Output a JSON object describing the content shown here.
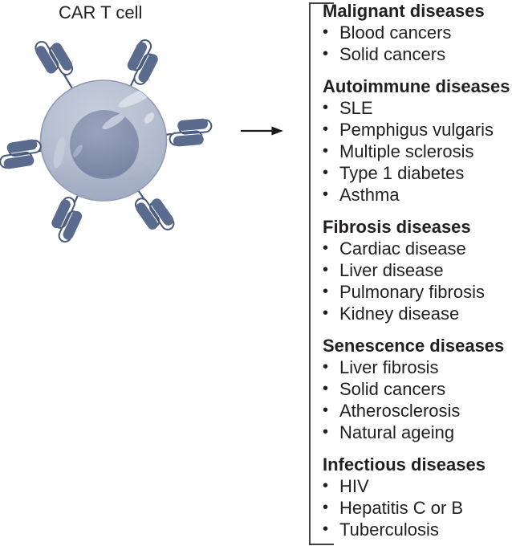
{
  "figure": {
    "title": "CAR T cell",
    "colors": {
      "capsule": "#5a6b8d",
      "wire": "#47587c",
      "cell_body": "#b9c1d2",
      "cell_edge": "#8f9ab3",
      "nucleus": "#8b97b1",
      "highlight": "#d8dde8",
      "text": "#231f20",
      "line_art": "#262626"
    },
    "sections": [
      {
        "heading": "Malignant diseases",
        "items": [
          "Blood cancers",
          "Solid cancers"
        ]
      },
      {
        "heading": "Autoimmune diseases",
        "items": [
          "SLE",
          "Pemphigus vulgaris",
          "Multiple sclerosis",
          "Type 1 diabetes",
          "Asthma"
        ]
      },
      {
        "heading": "Fibrosis diseases",
        "items": [
          "Cardiac disease",
          "Liver disease",
          "Pulmonary fibrosis",
          "Kidney disease"
        ]
      },
      {
        "heading": "Senescence diseases",
        "items": [
          "Liver fibrosis",
          "Solid cancers",
          "Atherosclerosis",
          "Natural ageing"
        ]
      },
      {
        "heading": "Infectious diseases",
        "items": [
          "HIV",
          "Hepatitis C or B",
          "Tuberculosis"
        ]
      }
    ]
  }
}
